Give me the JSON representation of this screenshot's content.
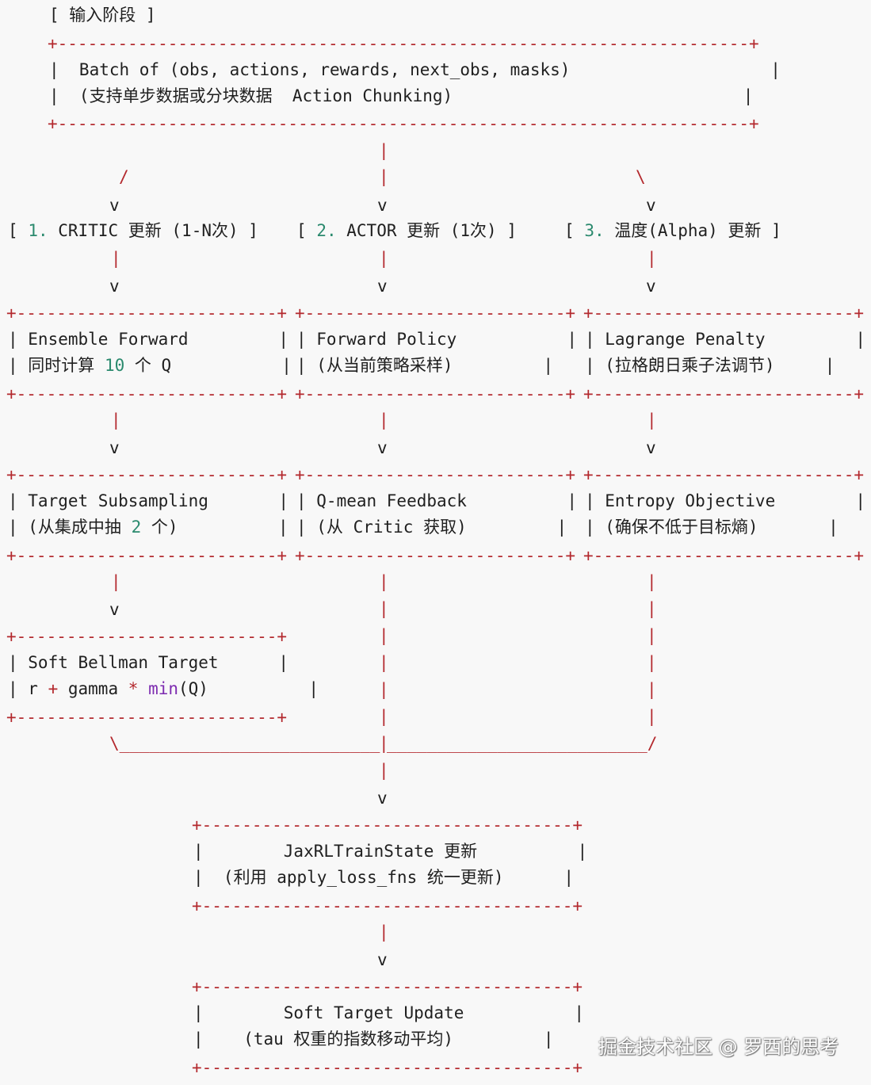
{
  "header": {
    "input_stage": "[ 输入阶段 ]"
  },
  "input_box": {
    "border": "+---------------------------------------------------------------------+",
    "line1": "|  Batch of (obs, actions, rewards, next_obs, masks)                    |",
    "line2": "|  (支持单步数据或分块数据  Action Chunking)                             |"
  },
  "branches": {
    "vbar": "|",
    "left_slash": "/",
    "right_slash": "\\",
    "arrow": "v"
  },
  "stages": {
    "critic": {
      "open": "[",
      "num": "1.",
      "name": "CRITIC 更新 (1-N次)",
      "close": "]"
    },
    "actor": {
      "open": "[",
      "num": "2.",
      "name": "ACTOR 更新 (1次)",
      "close": "]"
    },
    "alpha": {
      "open": "[",
      "num": "3.",
      "name": "温度(Alpha) 更新",
      "close": "]"
    }
  },
  "box_border": "+--------------------------+",
  "col1": {
    "box1_line1": "| Ensemble Forward         |",
    "box1_line2_a": "| 同时计算 ",
    "box1_line2_num": "10",
    "box1_line2_b": " 个 Q           |",
    "box2_line1": "| Target Subsampling       |",
    "box2_line2_a": "| (从集成中抽 ",
    "box2_line2_num": "2",
    "box2_line2_b": " 个)          |",
    "box3_line1": "| Soft Bellman Target      |",
    "box3_line2_a": "| r ",
    "box3_line2_op1": "+",
    "box3_line2_b": " gamma ",
    "box3_line2_op2": "*",
    "box3_line2_c": " ",
    "box3_line2_fn": "min",
    "box3_line2_d": "(Q)          |"
  },
  "col2": {
    "box1_line1": "| Forward Policy           |",
    "box1_line2": "| (从当前策略采样)         |",
    "box2_line1": "| Q-mean Feedback          |",
    "box2_line2": "| (从 Critic 获取)         |"
  },
  "col3": {
    "box1_line1": "| Lagrange Penalty         |",
    "box1_line2": "| (拉格朗日乘子法调节)     |",
    "box2_line1": "| Entropy Objective        |",
    "box2_line2": "| (确保不低于目标熵)       |"
  },
  "merge": {
    "left": "\\__________________________",
    "mid": "|",
    "right": "__________________________/"
  },
  "train_state_box": {
    "border": "+-------------------------------------+",
    "line1": "|        JaxRLTrainState 更新          |",
    "line2": "|  (利用 apply_loss_fns 统一更新)      |"
  },
  "soft_update_box": {
    "border": "+-------------------------------------+",
    "line1": "|        Soft Target Update           |",
    "line2": "|    (tau 权重的指数移动平均)         |"
  },
  "watermark": "掘金技术社区 @ 罗西的思考"
}
